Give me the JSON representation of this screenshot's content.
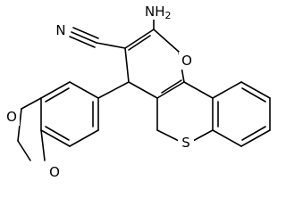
{
  "molecule": {
    "labels": {
      "nh2": {
        "main": "NH",
        "sub": "2"
      },
      "nitrile_n": "N",
      "pyran_o": "O",
      "thio_s": "S",
      "dioxole_o_top": "O",
      "dioxole_o_bottom": "O"
    }
  }
}
